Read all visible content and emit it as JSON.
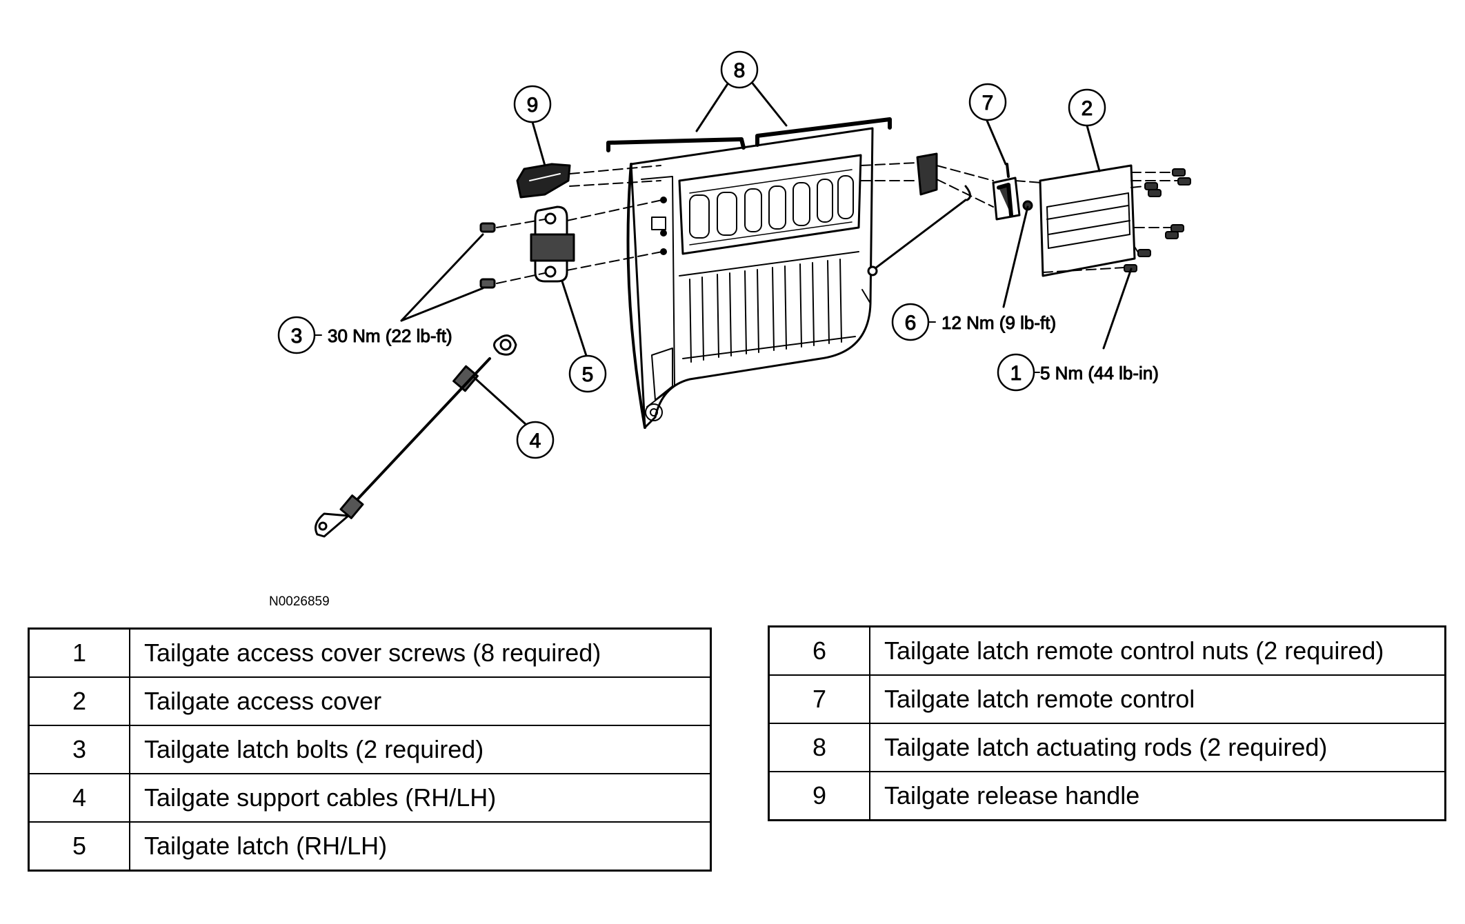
{
  "figure_id": "N0026859",
  "callouts": [
    {
      "num": "1",
      "spec": "5 Nm (44 lb-in)"
    },
    {
      "num": "2",
      "spec": ""
    },
    {
      "num": "3",
      "spec": "30 Nm (22 lb-ft)"
    },
    {
      "num": "4",
      "spec": ""
    },
    {
      "num": "5",
      "spec": ""
    },
    {
      "num": "6",
      "spec": "12 Nm (9 lb-ft)"
    },
    {
      "num": "7",
      "spec": ""
    },
    {
      "num": "8",
      "spec": ""
    },
    {
      "num": "9",
      "spec": ""
    }
  ],
  "legend_left": [
    {
      "num": "1",
      "desc": "Tailgate access cover screws (8 required)"
    },
    {
      "num": "2",
      "desc": "Tailgate access cover"
    },
    {
      "num": "3",
      "desc": "Tailgate latch bolts (2 required)"
    },
    {
      "num": "4",
      "desc": "Tailgate support cables (RH/LH)"
    },
    {
      "num": "5",
      "desc": "Tailgate latch (RH/LH)"
    }
  ],
  "legend_right": [
    {
      "num": "6",
      "desc": "Tailgate latch remote control nuts (2 required)"
    },
    {
      "num": "7",
      "desc": "Tailgate latch remote control"
    },
    {
      "num": "8",
      "desc": "Tailgate latch actuating rods (2 required)"
    },
    {
      "num": "9",
      "desc": "Tailgate release handle"
    }
  ]
}
